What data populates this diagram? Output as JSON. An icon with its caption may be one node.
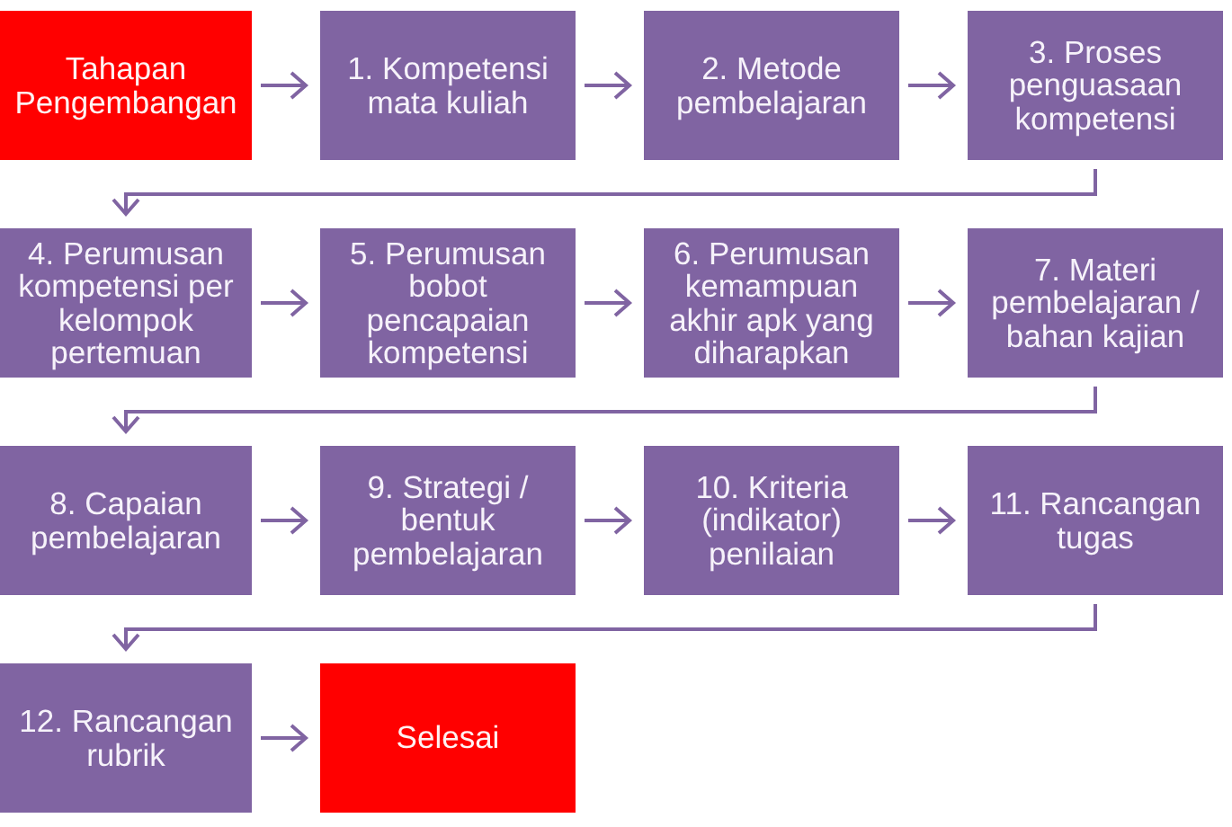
{
  "diagram": {
    "nodes": [
      {
        "text": [
          "Tahapan Pengembangan"
        ]
      },
      {
        "text": [
          "1. Kompetensi mata kuliah"
        ]
      },
      {
        "text": [
          "2. Metode pembelajaran"
        ]
      },
      {
        "text": [
          "3. Proses penguasaan kompetensi"
        ]
      },
      {
        "text": [
          "4. Perumusan kompetensi per kelompok pertemuan"
        ]
      },
      {
        "text": [
          "5. Perumusan bobot pencapaian kompetensi"
        ]
      },
      {
        "text": [
          "6. Perumusan kemampuan akhir apk yang diharapkan"
        ]
      },
      {
        "text": [
          "7. Materi pembelajaran / bahan kajian"
        ]
      },
      {
        "text": [
          "8. Capaian pembelajaran"
        ]
      },
      {
        "text": [
          "9. Strategi / bentuk pembelajaran"
        ]
      },
      {
        "text": [
          "10. Kriteria (indikator) penilaian"
        ]
      },
      {
        "text": [
          "11. Rancangan tugas"
        ]
      },
      {
        "text": [
          "12. Rancangan rubrik"
        ]
      },
      {
        "text": [
          "Selesai"
        ]
      }
    ],
    "edges": [
      {
        "from": 0,
        "to": 1,
        "arrow": "to"
      },
      {
        "from": 1,
        "to": 2,
        "arrow": "to"
      },
      {
        "from": 2,
        "to": 3,
        "arrow": "to"
      },
      {
        "from": 3,
        "to": 4,
        "arrow": "to"
      },
      {
        "from": 4,
        "to": 5,
        "arrow": "to"
      },
      {
        "from": 5,
        "to": 6,
        "arrow": "to"
      },
      {
        "from": 6,
        "to": 7,
        "arrow": "to"
      },
      {
        "from": 7,
        "to": 8,
        "arrow": "to"
      },
      {
        "from": 8,
        "to": 9,
        "arrow": "to"
      },
      {
        "from": 9,
        "to": 10,
        "arrow": "to"
      },
      {
        "from": 10,
        "to": 11,
        "arrow": "to"
      },
      {
        "from": 11,
        "to": 12,
        "arrow": "to"
      },
      {
        "from": 12,
        "to": 13,
        "arrow": "to"
      }
    ]
  }
}
